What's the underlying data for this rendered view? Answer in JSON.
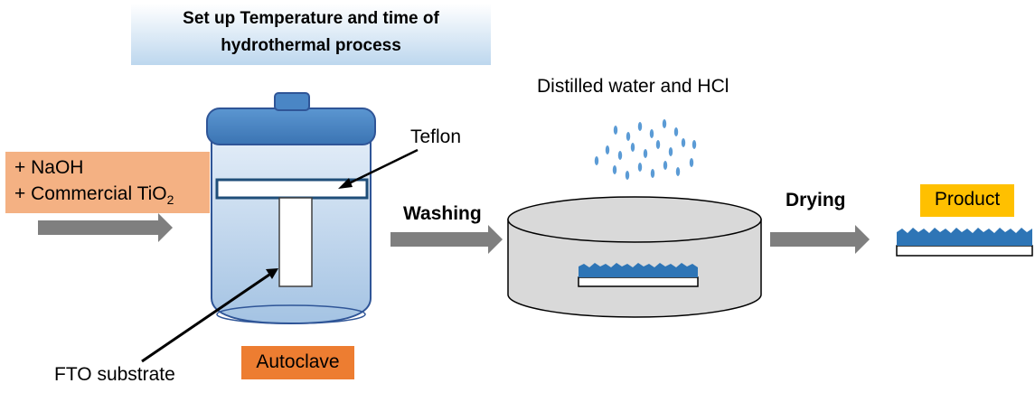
{
  "header": {
    "line1": "Set up Temperature and time of",
    "line2": "hydrothermal process"
  },
  "reagents": {
    "line1": "+ NaOH",
    "line2_prefix": "+ Commercial TiO",
    "line2_sub": "2"
  },
  "labels": {
    "teflon": "Teflon",
    "fto": "FTO substrate",
    "autoclave": "Autoclave",
    "washing": "Washing",
    "solution": "Distilled water and HCl",
    "drying": "Drying",
    "product": "Product"
  },
  "colors": {
    "header_top": "#ffffff",
    "header_bottom": "#bdd7ee",
    "reagent_box": "#f4b183",
    "autoclave_box": "#ed7d31",
    "product_box": "#ffc000",
    "lid": "#4a86c5",
    "vessel_top": "#dce8f5",
    "vessel_bottom": "#a9c8e6",
    "arrow": "#7f7f7f",
    "dish": "#d9d9d9",
    "nanorods": "#2e75b6",
    "drops": "#5b9bd5"
  },
  "icons": [
    "arrow-right-icon",
    "water-drops-icon",
    "nanorod-film-icon"
  ]
}
